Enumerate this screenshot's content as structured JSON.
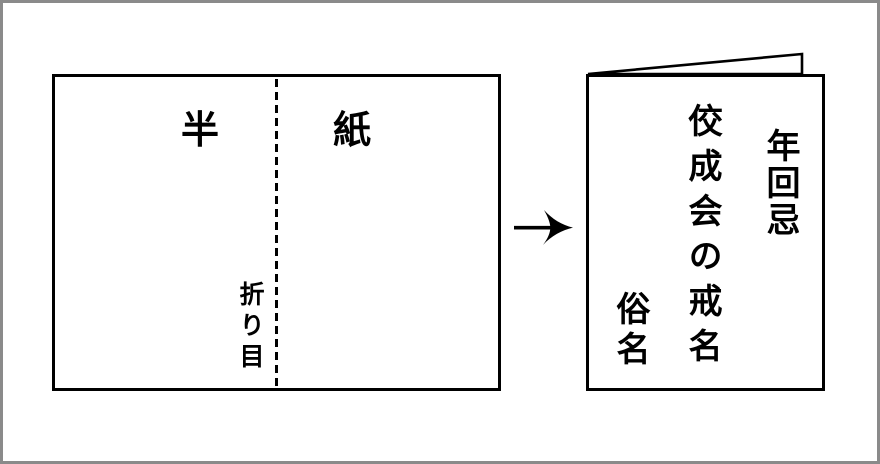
{
  "colors": {
    "background": "#ffffff",
    "frame": "#8a8a8a",
    "ink": "#000000"
  },
  "unfolded_paper": {
    "half_label": "半",
    "paper_label": "紙",
    "fold_label": "折り目"
  },
  "icons": {
    "arrow": "right-arrow"
  },
  "folded_paper": {
    "memorial_year_column": "年回忌",
    "kaimyo_column": "佼成会の戒名",
    "secular_name_column": "俗名"
  }
}
